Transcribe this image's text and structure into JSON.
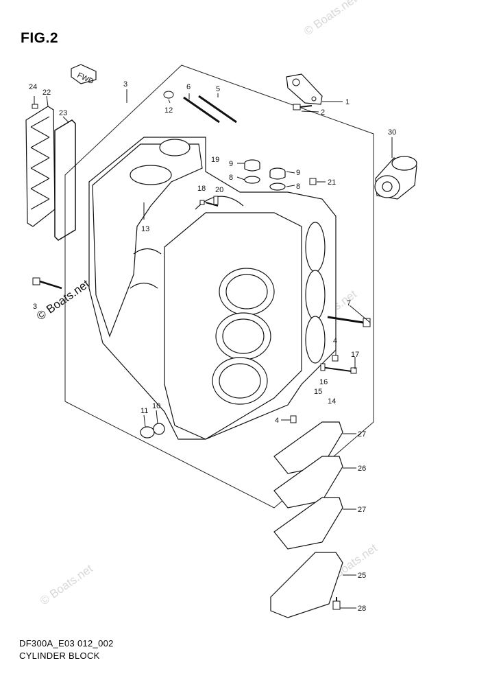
{
  "header": {
    "title": "FIG.2"
  },
  "footer": {
    "code": "DF300A_E03 012_002",
    "name": "CYLINDER BLOCK"
  },
  "watermark": {
    "text": "© Boats.net"
  },
  "fwd_arrow": "FWD",
  "callouts": [
    "1",
    "2",
    "3",
    "4",
    "4",
    "5",
    "6",
    "7",
    "8",
    "8",
    "9",
    "9",
    "10",
    "11",
    "12",
    "13",
    "14",
    "15",
    "16",
    "17",
    "18",
    "19",
    "20",
    "21",
    "22",
    "23",
    "24",
    "25",
    "26",
    "27",
    "27",
    "28",
    "30",
    "3"
  ]
}
